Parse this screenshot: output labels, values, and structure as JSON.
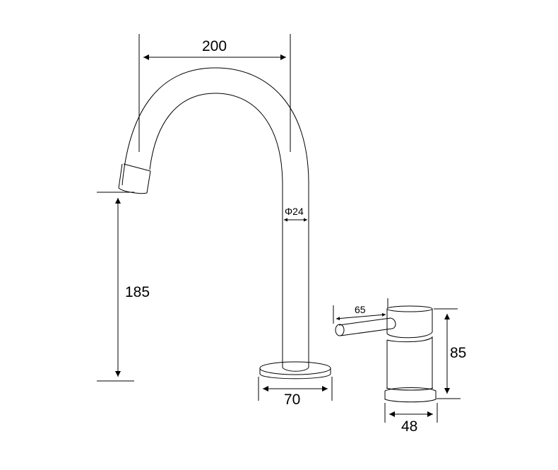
{
  "diagram": {
    "subject": "Two-piece basin mixer tap technical drawing",
    "units": "mm",
    "dimensions": {
      "spout_reach": "200",
      "spout_diameter": "Φ24",
      "spout_outlet_height": "185",
      "spout_base_diameter": "70",
      "handle_length": "65",
      "mixer_height": "85",
      "mixer_diameter": "48"
    },
    "colors": {
      "line": "#000000",
      "background": "#ffffff"
    }
  }
}
